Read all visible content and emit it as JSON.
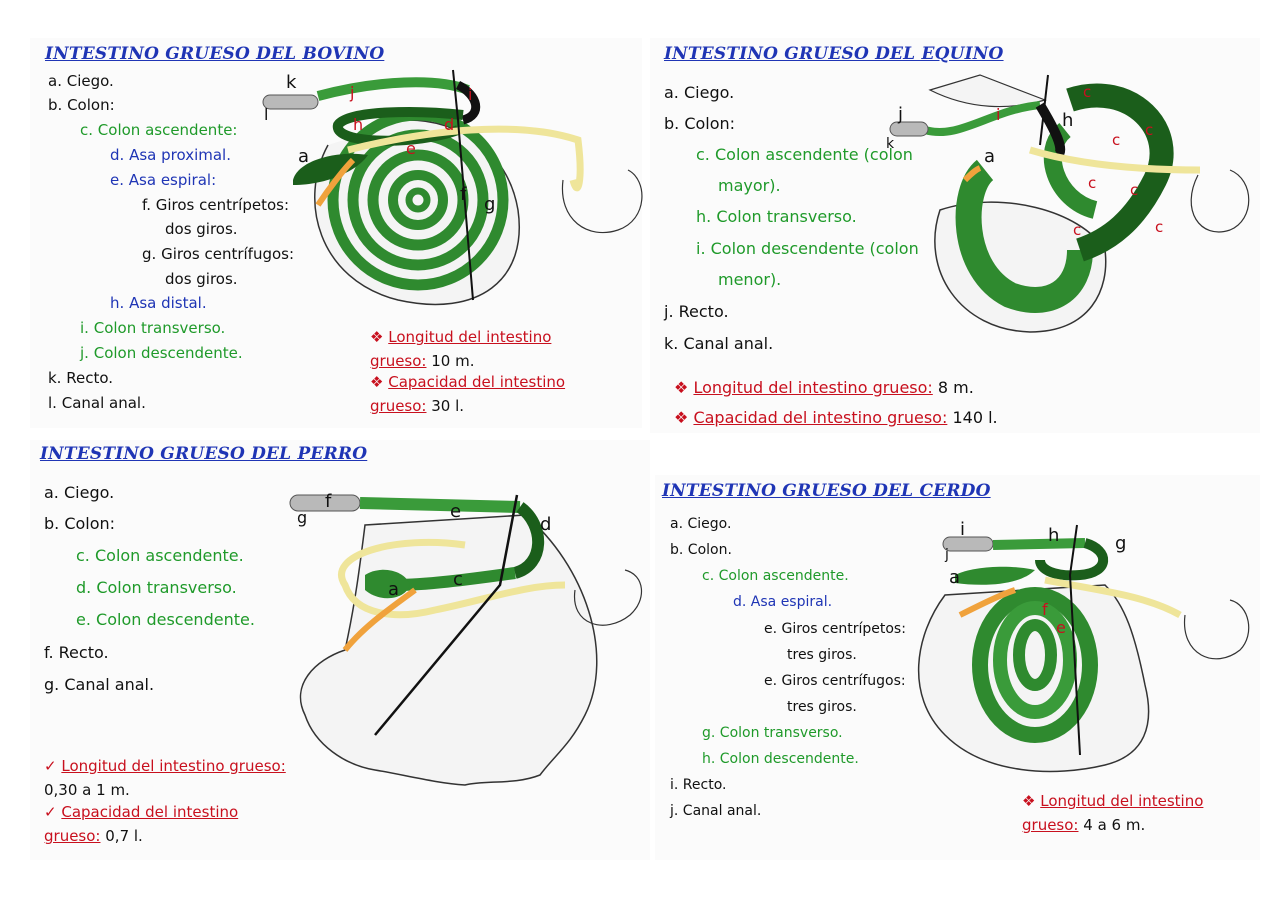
{
  "bovino": {
    "title": "INTESTINO GRUESO DEL BOVINO",
    "items": [
      {
        "m": "a.",
        "t": "Ciego."
      },
      {
        "m": "b.",
        "t": "Colon:"
      },
      {
        "m": "c.",
        "t": "Colon ascendente:"
      },
      {
        "m": "d.",
        "t": "Asa proximal."
      },
      {
        "m": "e.",
        "t": "Asa espiral:"
      },
      {
        "m": "f.",
        "t": "Giros centrípetos:"
      },
      {
        "m": "",
        "t": "dos giros."
      },
      {
        "m": "g.",
        "t": "Giros centrífugos:"
      },
      {
        "m": "",
        "t": "dos giros."
      },
      {
        "m": "h.",
        "t": "Asa distal."
      },
      {
        "m": "i.",
        "t": "Colon transverso."
      },
      {
        "m": "j.",
        "t": "Colon descendente."
      },
      {
        "m": "k.",
        "t": "Recto."
      },
      {
        "m": "l.",
        "t": "Canal anal."
      }
    ],
    "notes": [
      {
        "bullet": "❖",
        "label": "Longitud del intestino grueso:",
        "value": "10 m."
      },
      {
        "bullet": "❖",
        "label": "Capacidad del intestino grueso:",
        "value": "30 l."
      }
    ],
    "fig_labels": [
      "k",
      "l",
      "j",
      "i",
      "h",
      "a",
      "e",
      "f",
      "g",
      "d"
    ]
  },
  "equino": {
    "title": "INTESTINO GRUESO DEL EQUINO",
    "items": [
      {
        "m": "a.",
        "t": "Ciego."
      },
      {
        "m": "b.",
        "t": "Colon:"
      },
      {
        "m": "c.",
        "t": "Colon ascendente (colon"
      },
      {
        "m": "",
        "t": "mayor)."
      },
      {
        "m": "h.",
        "t": "Colon transverso."
      },
      {
        "m": "i.",
        "t": "Colon descendente (colon"
      },
      {
        "m": "",
        "t": "menor)."
      },
      {
        "m": "j.",
        "t": "Recto."
      },
      {
        "m": "k.",
        "t": "Canal anal."
      }
    ],
    "notes": [
      {
        "bullet": "❖",
        "label": "Longitud del intestino grueso:",
        "value": "8 m."
      },
      {
        "bullet": "❖",
        "label": "Capacidad del intestino grueso:",
        "value": "140 l."
      }
    ],
    "fig_labels": [
      "j",
      "k",
      "i",
      "h",
      "a",
      "c"
    ]
  },
  "perro": {
    "title": "INTESTINO GRUESO DEL PERRO",
    "items": [
      {
        "m": "a.",
        "t": "Ciego."
      },
      {
        "m": "b.",
        "t": "Colon:"
      },
      {
        "m": "c.",
        "t": "Colon ascendente."
      },
      {
        "m": "d.",
        "t": "Colon transverso."
      },
      {
        "m": "e.",
        "t": "Colon descendente."
      },
      {
        "m": "f.",
        "t": "Recto."
      },
      {
        "m": "g.",
        "t": "Canal anal."
      }
    ],
    "notes": [
      {
        "bullet": "✓",
        "label": "Longitud del intestino grueso:",
        "value": "0,30 a 1 m."
      },
      {
        "bullet": "✓",
        "label": "Capacidad del intestino grueso:",
        "value": "0,7 l."
      }
    ],
    "fig_labels": [
      "f",
      "g",
      "e",
      "d",
      "c",
      "a"
    ]
  },
  "cerdo": {
    "title": "INTESTINO GRUESO DEL CERDO",
    "items": [
      {
        "m": "a.",
        "t": "Ciego."
      },
      {
        "m": "b.",
        "t": "Colon."
      },
      {
        "m": "c.",
        "t": "Colon ascendente."
      },
      {
        "m": "d.",
        "t": "Asa espiral."
      },
      {
        "m": "e.",
        "t": "Giros centrípetos:"
      },
      {
        "m": "",
        "t": "tres giros."
      },
      {
        "m": "e.",
        "t": "Giros centrífugos:"
      },
      {
        "m": "",
        "t": "tres giros."
      },
      {
        "m": "g.",
        "t": "Colon transverso."
      },
      {
        "m": "h.",
        "t": "Colon descendente."
      },
      {
        "m": "i.",
        "t": "Recto."
      },
      {
        "m": "j.",
        "t": "Canal anal."
      }
    ],
    "notes": [
      {
        "bullet": "❖",
        "label": "Longitud del intestino grueso:",
        "value": "4 a 6 m."
      }
    ],
    "fig_labels": [
      "i",
      "j",
      "h",
      "g",
      "a",
      "f",
      "e"
    ]
  },
  "colors": {
    "title_blue": "#1f35b5",
    "item_green": "#1f9a2a",
    "item_blue": "#1f35b5",
    "note_red": "#c8101e",
    "colon_green": "#2f8a2f",
    "colon_dark": "#1b5e1b",
    "small_intestine_yellow": "#efe59a",
    "cecum_grey": "#b9b9b9",
    "orange_vessel": "#f0a23c"
  }
}
